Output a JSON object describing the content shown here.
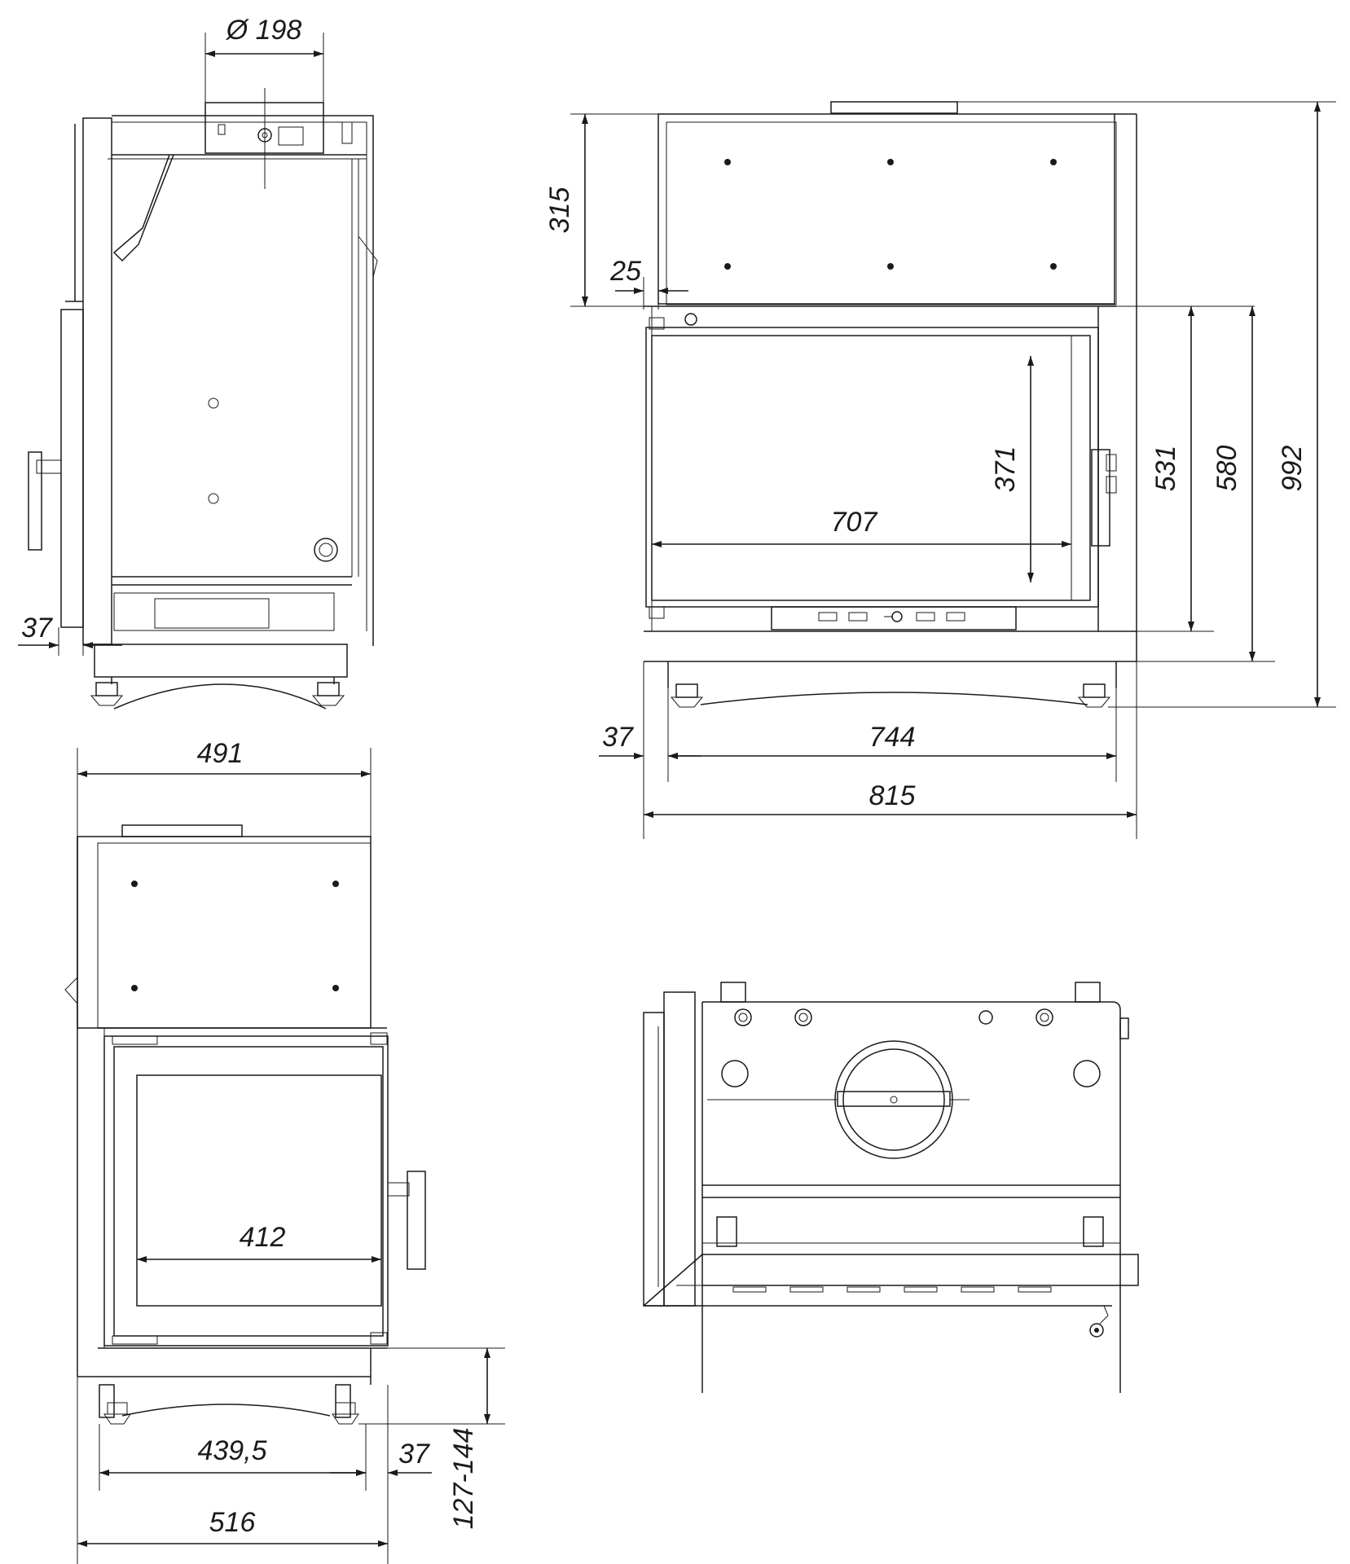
{
  "colors": {
    "line": "#1a1a1a",
    "background": "#ffffff"
  },
  "views": {
    "side": {
      "dim_flue": "Ø 198",
      "dim_offset": "37"
    },
    "front": {
      "dim_top": "315",
      "dim_step": "25",
      "dim_glass_h": "371",
      "dim_glass_w": "707",
      "dim_door": "531",
      "dim_front": "580",
      "dim_total_h": "992",
      "dim_offset": "37",
      "dim_body_w": "744",
      "dim_total_w": "815"
    },
    "corner": {
      "dim_width": "491",
      "dim_glass_w": "412",
      "dim_base_w": "439,5",
      "dim_offset": "37",
      "dim_feet": "127-144",
      "dim_total_w": "516"
    }
  }
}
